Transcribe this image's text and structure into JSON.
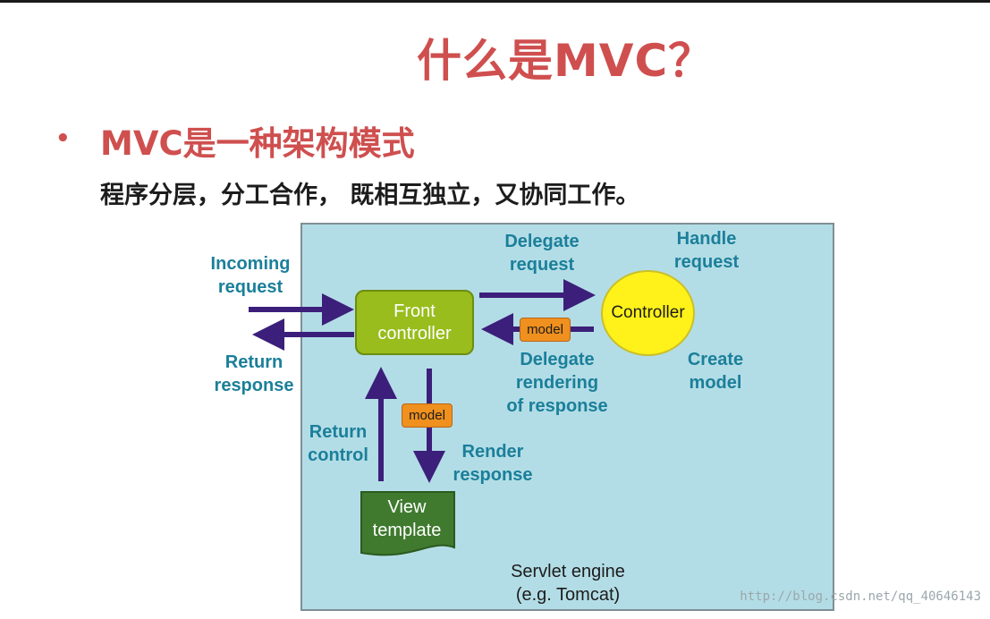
{
  "slide": {
    "title": "什么是MVC？",
    "bullet": "•",
    "heading": "MVC是一种架构模式",
    "subheading": "程序分层，分工合作， 既相互独立，又协同工作。"
  },
  "diagram": {
    "incoming": [
      "Incoming",
      "request"
    ],
    "return_response": [
      "Return",
      "response"
    ],
    "delegate_request": [
      "Delegate",
      "request"
    ],
    "handle_request": [
      "Handle",
      "request"
    ],
    "front_controller": [
      "Front",
      "controller"
    ],
    "controller": "Controller",
    "model_tag_right": "model",
    "model_tag_down": "model",
    "delegate_rendering": [
      "Delegate",
      "rendering",
      "of response"
    ],
    "create_model": [
      "Create",
      "model"
    ],
    "return_control": [
      "Return",
      "control"
    ],
    "render_response": [
      "Render",
      "response"
    ],
    "view_template": [
      "View",
      "template"
    ],
    "engine": [
      "Servlet engine",
      "(e.g. Tomcat)"
    ]
  },
  "watermark": "http://blog.csdn.net/qq_40646143",
  "colors": {
    "title_red": "#cf4f4f",
    "label_teal": "#1b7f9a",
    "arrow_purple": "#3b1f7a",
    "engine_bg": "#b3dde6",
    "front_green": "#98bd1c",
    "view_green": "#3f7a2e",
    "controller_yellow": "#fff21a",
    "model_orange": "#f0901e"
  }
}
